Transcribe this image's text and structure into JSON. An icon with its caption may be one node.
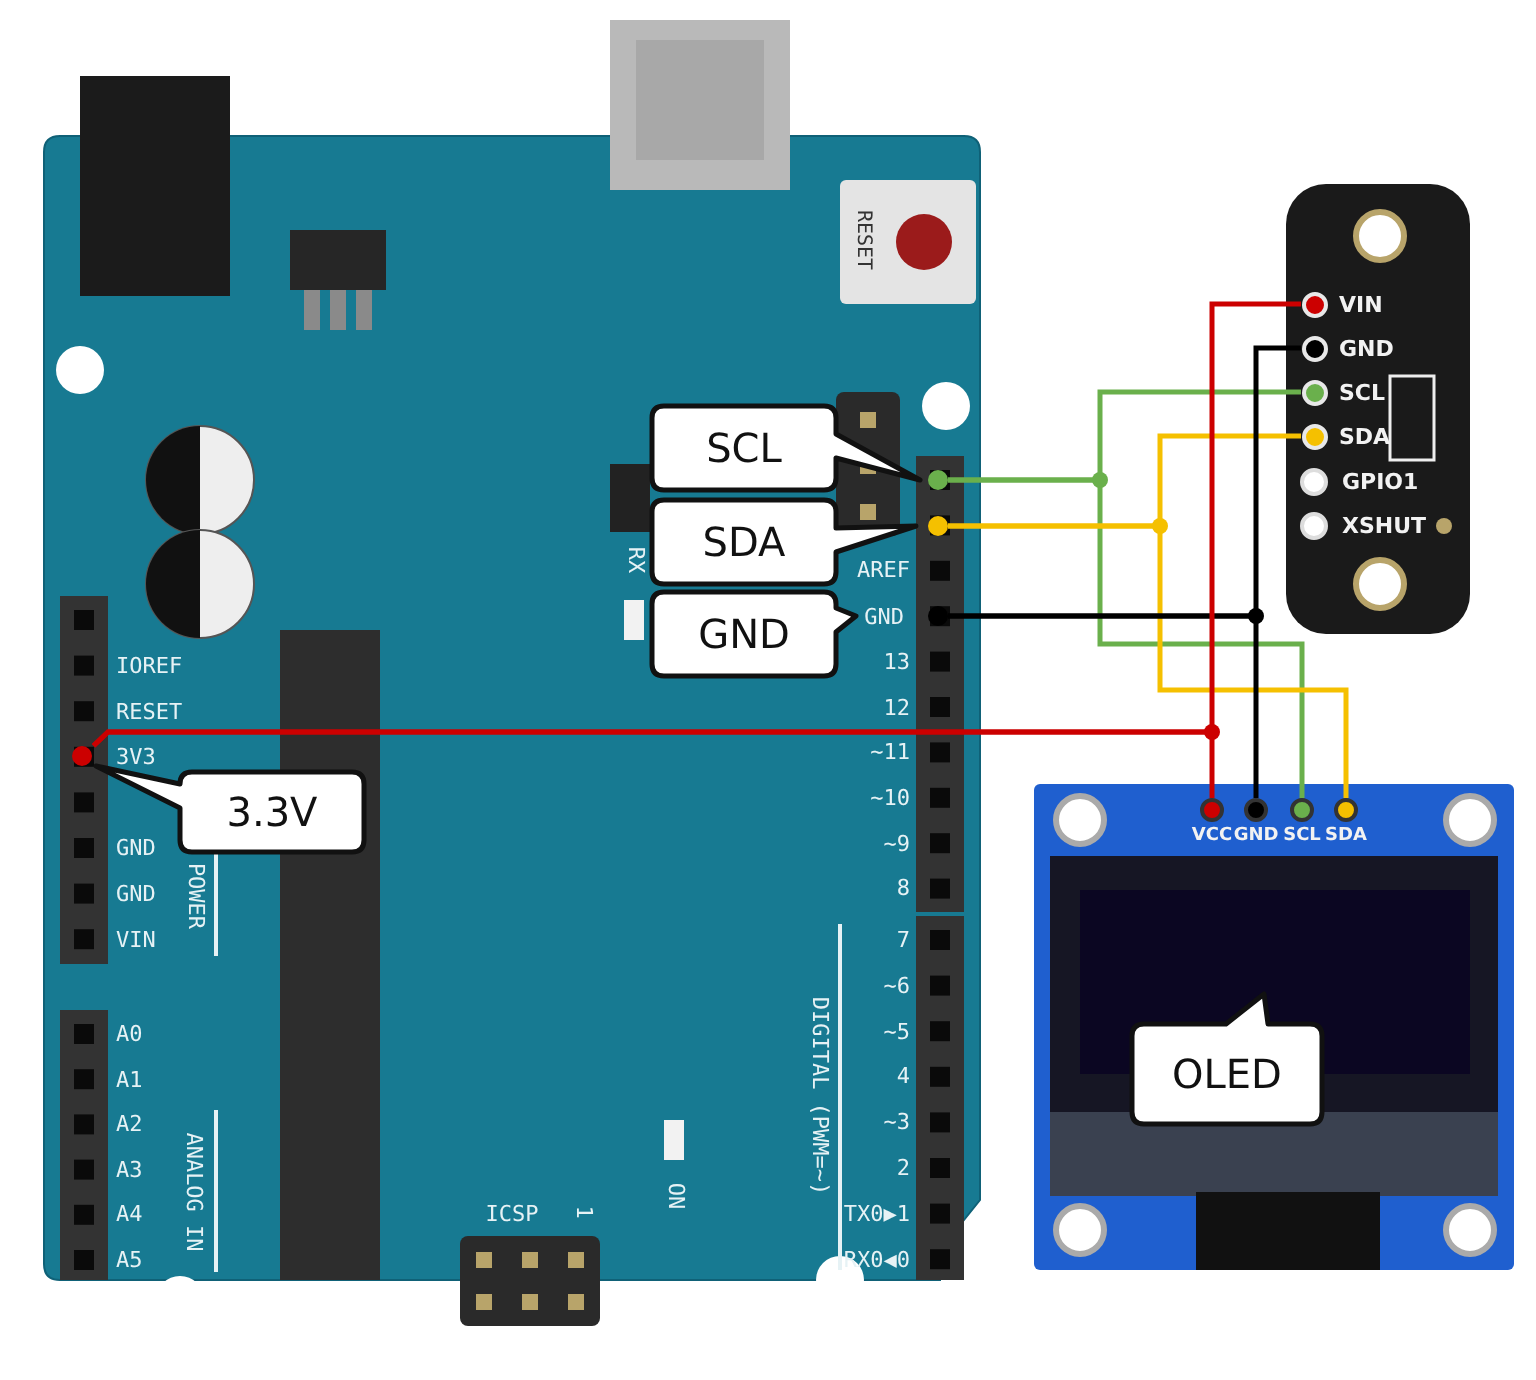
{
  "diagram": {
    "nodes": [
      {
        "text": [],
        "shape": "circle"
      },
      {
        "text": [],
        "shape": "circle"
      },
      {
        "text": [
          "GND"
        ]
      },
      {
        "text": [
          "3V3"
        ]
      },
      {
        "text": [
          "VIN"
        ]
      },
      {
        "text": [
          "GND"
        ]
      },
      {
        "text": [
          "SCL"
        ]
      },
      {
        "text": [
          "SDA"
        ]
      },
      {
        "text": [
          "VCC"
        ]
      },
      {
        "text": [
          "GND"
        ]
      },
      {
        "text": [
          "SCL"
        ]
      },
      {
        "text": [
          "SDA"
        ]
      }
    ],
    "edges": [
      {
        "from": 0,
        "to": 6,
        "arrow": "none",
        "color": "#6ab04c"
      },
      {
        "from": 0,
        "to": 10,
        "arrow": "none",
        "color": "#6ab04c"
      },
      {
        "from": 1,
        "to": 7,
        "arrow": "none",
        "color": "#f5c000"
      },
      {
        "from": 1,
        "to": 11,
        "arrow": "none",
        "color": "#f5c000"
      },
      {
        "from": 2,
        "to": 5,
        "arrow": "none",
        "color": "#000000"
      },
      {
        "from": 2,
        "to": 9,
        "arrow": "none",
        "color": "#000000"
      },
      {
        "from": 3,
        "to": 4,
        "arrow": "none",
        "color": "#cc0000"
      },
      {
        "from": 3,
        "to": 8,
        "arrow": "none",
        "color": "#cc0000"
      }
    ],
    "labels": [
      "RESET",
      "RX",
      "SCL",
      "SDA",
      "GND",
      "AREF",
      "13",
      "12",
      "~11",
      "~10",
      "~9",
      "8",
      "IOREF",
      "RESET",
      "3.3V",
      "GND",
      "GND",
      "VIN",
      "POWER",
      "DIGITAL (PWM=~)",
      "7",
      "~6",
      "~5",
      "4",
      "~3",
      "2",
      "TX0▶1",
      "RX0◀0",
      "A0",
      "A1",
      "A2",
      "A3",
      "A4",
      "A5",
      "ANALOG IN",
      "ICSP",
      "1",
      "ON",
      "GPIO1",
      "XSHUT",
      "OLED"
    ]
  }
}
